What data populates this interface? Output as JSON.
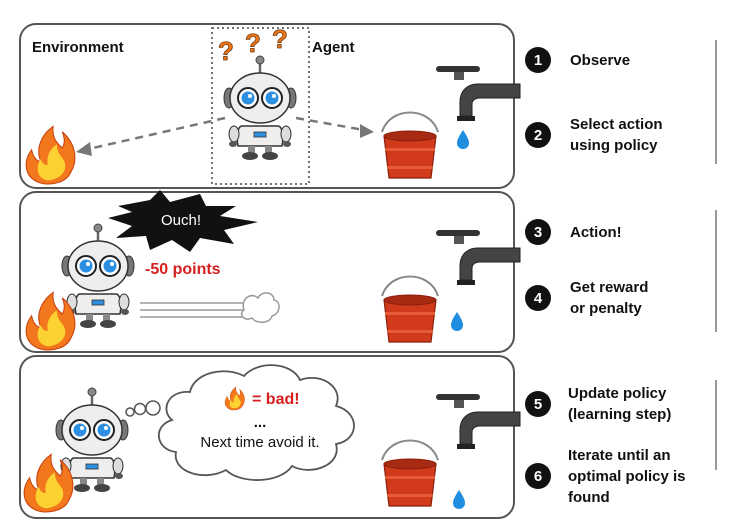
{
  "panels": {
    "environment_label": "Environment",
    "agent_label": "Agent",
    "question_marks": [
      "?",
      "?",
      "?"
    ],
    "ouch_text": "Ouch!",
    "penalty_text": "-50 points",
    "bad_text": "= bad!",
    "ellipsis_text": "...",
    "avoid_text": "Next time avoid it."
  },
  "steps": [
    {
      "number": "1",
      "lines": [
        "Observe"
      ]
    },
    {
      "number": "2",
      "lines": [
        "Select action",
        "using policy"
      ]
    },
    {
      "number": "3",
      "lines": [
        "Action!"
      ]
    },
    {
      "number": "4",
      "lines": [
        "Get reward",
        "or penalty"
      ]
    },
    {
      "number": "5",
      "lines": [
        "Update policy",
        "(learning step)"
      ]
    },
    {
      "number": "6",
      "lines": [
        "Iterate until an",
        "optimal policy is",
        "found"
      ]
    }
  ],
  "colors": {
    "flame_outer": "#f2771d",
    "flame_inner": "#fcd232",
    "bucket": "#d23a1c",
    "water": "#1f8ee0",
    "robot_eye": "#2d8fe0",
    "step_badge": "#111111",
    "penalty": "#d61f1f"
  },
  "icons": [
    "fire-icon",
    "robot-icon",
    "faucet-icon",
    "bucket-icon",
    "water-drop-icon",
    "explosion-icon",
    "thought-cloud-icon",
    "dust-cloud-icon"
  ]
}
